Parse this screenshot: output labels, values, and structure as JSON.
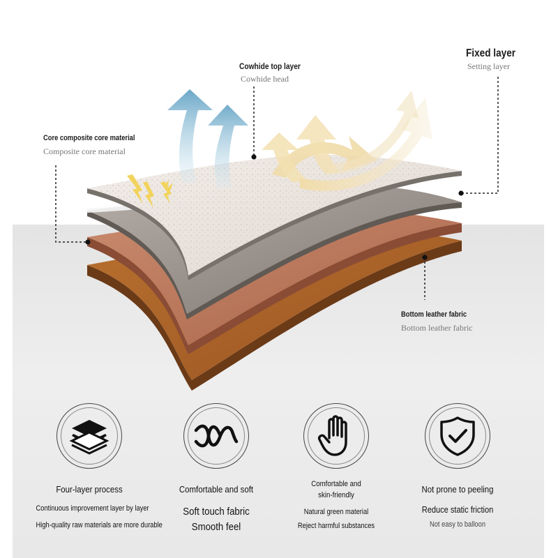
{
  "labels": {
    "fixed_layer": {
      "title": "Fixed layer",
      "sub": "Setting layer"
    },
    "cowhide": {
      "title": "Cowhide top layer",
      "sub": "Cowhide head"
    },
    "core": {
      "title": "Core composite core material",
      "sub": "Composite core material"
    },
    "bottom": {
      "title": "Bottom leather fabric",
      "sub": "Bottom leather fabric"
    }
  },
  "features": [
    {
      "icon": "layers-icon",
      "title": "Four-layer process",
      "line1": "Continuous improvement layer by layer",
      "line2": "High-quality raw materials are more durable"
    },
    {
      "icon": "wave-icon",
      "title": "Comfortable and soft",
      "line1": "Soft touch fabric",
      "line2": "Smooth feel"
    },
    {
      "icon": "hand-icon",
      "title_line1": "Comfortable and",
      "title_line2": "skin-friendly",
      "line1": "Natural green material",
      "line2": "Reject harmful substances"
    },
    {
      "icon": "shield-check-icon",
      "title": "Not prone to peeling",
      "line1": "Reduce static friction",
      "line2": "Not easy to balloon"
    }
  ],
  "colors": {
    "top_layer": "#ece6e0",
    "gray_layer": "#8e8882",
    "copper_layer": "#b67358",
    "brown_layer": "#a9602b",
    "arrow_blue": "#7db3cf",
    "arrow_gold": "#eedcb3"
  }
}
